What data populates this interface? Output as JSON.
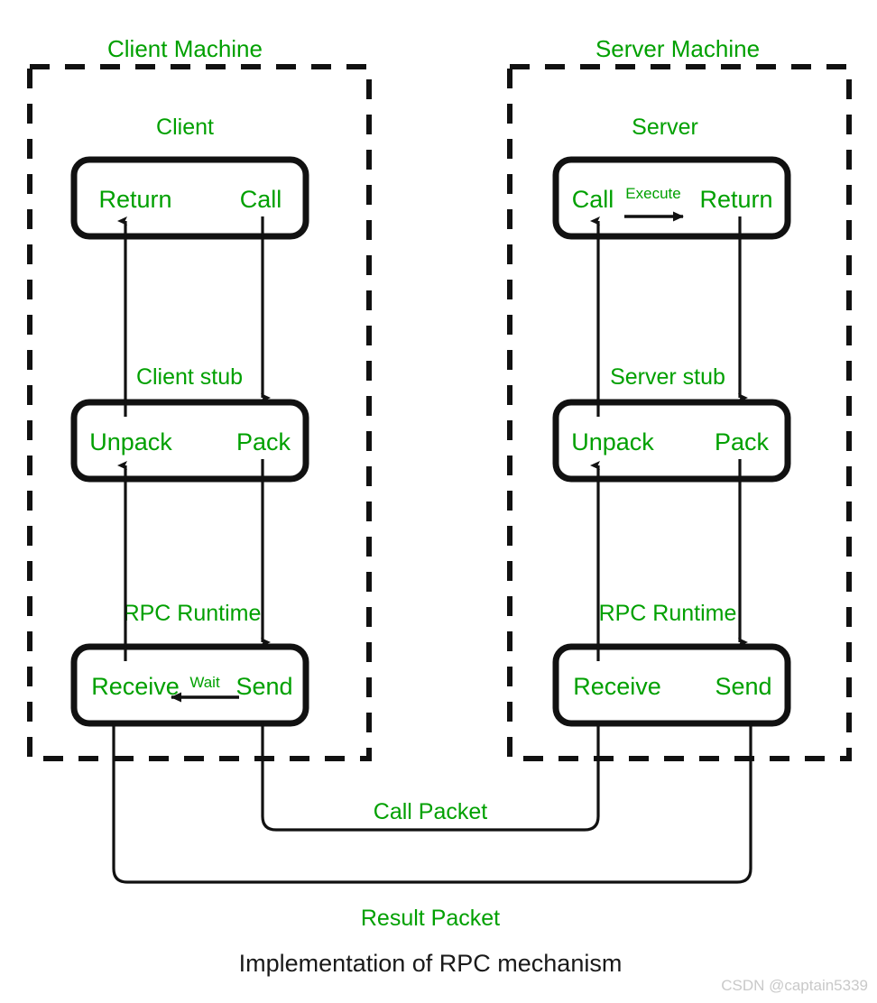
{
  "diagram": {
    "caption": "Implementation of RPC mechanism",
    "watermark": "CSDN @captain5339",
    "colors": {
      "accent_green": "#00a000",
      "stroke_black": "#111111",
      "background": "#ffffff",
      "caption_black": "#1a1a1a",
      "watermark_gray": "#c9c9c9"
    },
    "client": {
      "machine_label": "Client Machine",
      "role_label": "Client",
      "layers": [
        {
          "name": "client-application",
          "left_label": "Return",
          "right_label": "Call",
          "layer_label": ""
        },
        {
          "name": "client-stub",
          "left_label": "Unpack",
          "right_label": "Pack",
          "layer_label": "Client stub"
        },
        {
          "name": "client-rpc-runtime",
          "left_label": "Receive",
          "right_label": "Send",
          "layer_label": "RPC Runtime"
        }
      ],
      "inline_annotation": "Wait"
    },
    "server": {
      "machine_label": "Server Machine",
      "role_label": "Server",
      "layers": [
        {
          "name": "server-application",
          "left_label": "Call",
          "right_label": "Return",
          "layer_label": ""
        },
        {
          "name": "server-stub",
          "left_label": "Unpack",
          "right_label": "Pack",
          "layer_label": "Server stub"
        },
        {
          "name": "server-rpc-runtime",
          "left_label": "Receive",
          "right_label": "Send",
          "layer_label": "RPC Runtime"
        }
      ],
      "inline_annotation": "Execute"
    },
    "packets": [
      {
        "name": "call-packet",
        "label": "Call Packet",
        "direction": "client-send-to-server-receive"
      },
      {
        "name": "result-packet",
        "label": "Result Packet",
        "direction": "server-send-to-client-receive"
      }
    ]
  }
}
